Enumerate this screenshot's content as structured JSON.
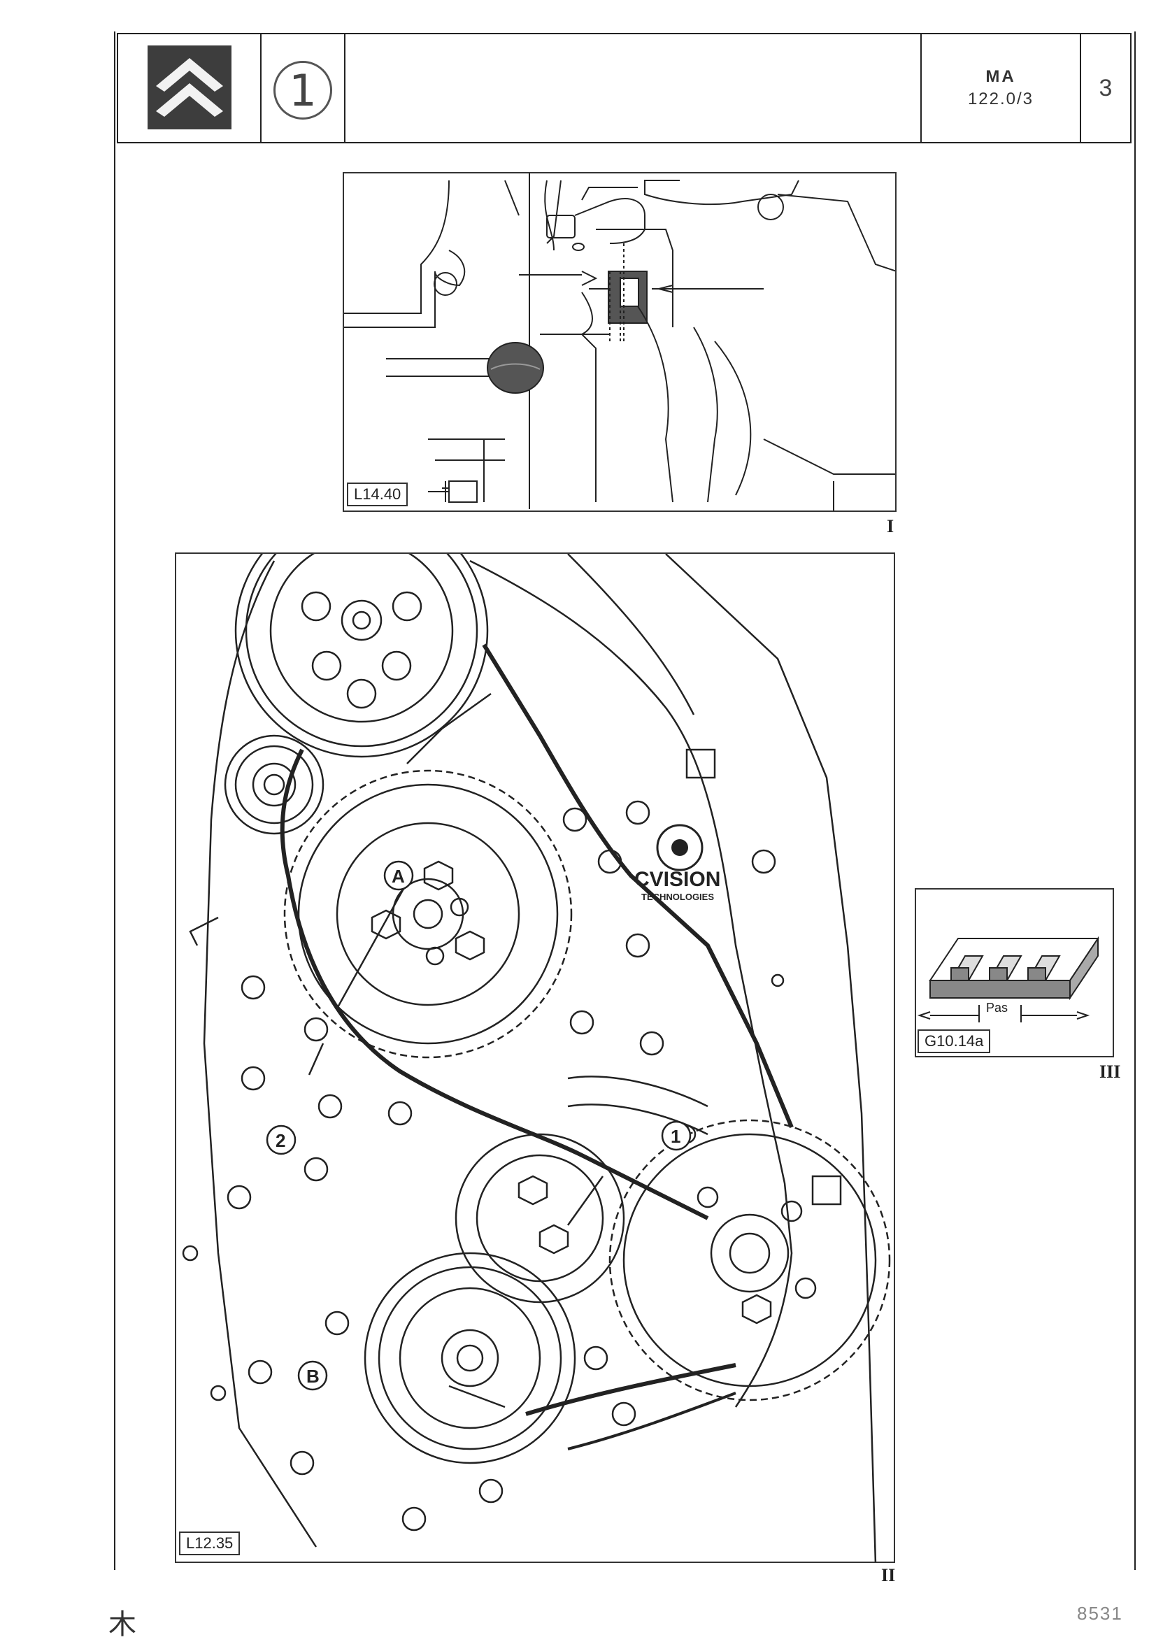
{
  "header": {
    "chapter_number": "1",
    "code_line1": "MA",
    "code_line2": "122.0/3",
    "page_number": "3"
  },
  "figures": {
    "fig1": {
      "label": "L14.40",
      "roman": "I"
    },
    "fig2": {
      "label": "L12.35",
      "roman": "II",
      "callouts": {
        "a": "A",
        "b": "B",
        "one": "1",
        "two": "2"
      }
    },
    "fig3": {
      "label": "G10.14a",
      "roman": "III",
      "pitch_label": "Pas"
    }
  },
  "watermark": {
    "line1": "CVISION",
    "line2": "TECHNOLOGIES"
  },
  "footer": {
    "mark": "⽊",
    "number": "8531"
  },
  "colors": {
    "ink": "#222222",
    "gray_fill": "#555555"
  }
}
